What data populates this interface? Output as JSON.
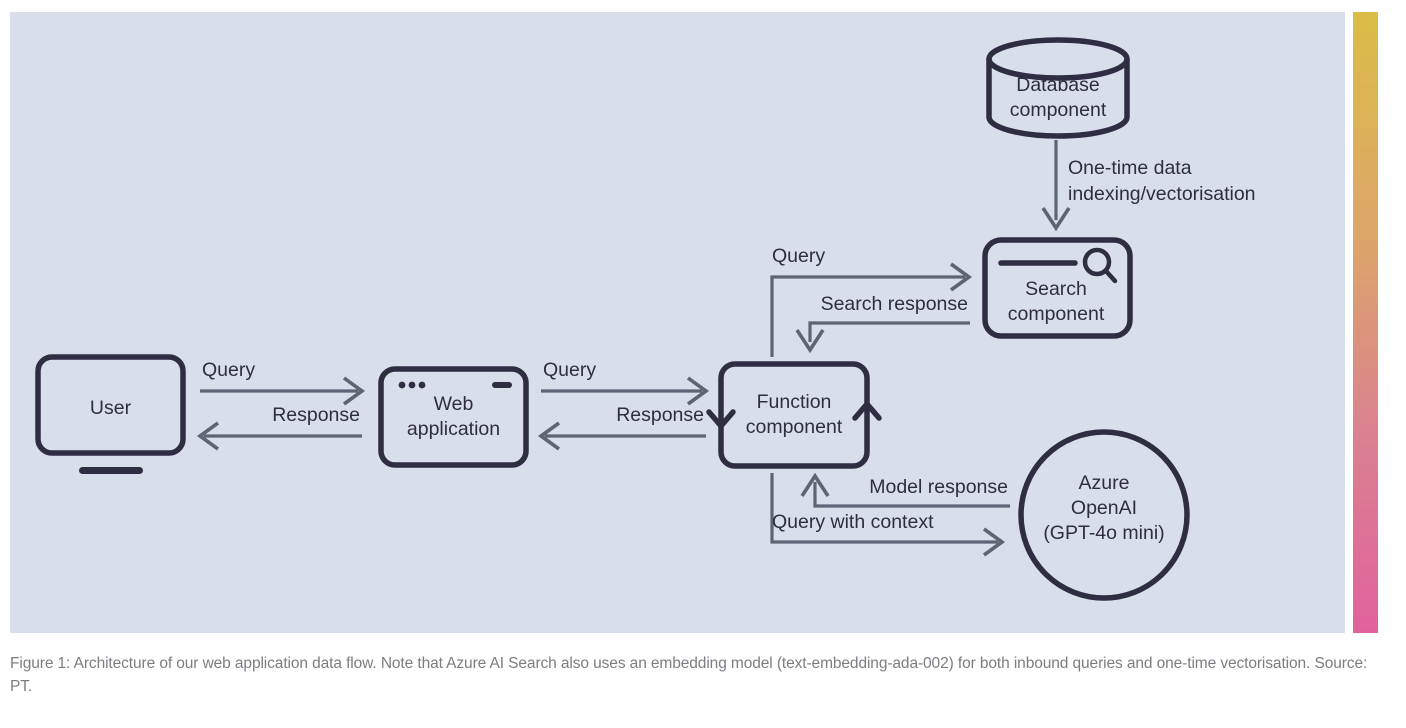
{
  "figure": {
    "background_color": "#d9dfea",
    "stroke_color": "#2f2d42",
    "flow_color": "#5d6474",
    "accent_gradient_top": "#dbbd46",
    "accent_gradient_bottom": "#e0629c",
    "caption": "Figure 1: Architecture of our web application data flow. Note that Azure AI Search also uses an embedding model (text-embedding-ada-002) for both inbound queries and one-time vectorisation. Source: PT."
  },
  "nodes": {
    "user": {
      "label_line1": "User",
      "label_line2": ""
    },
    "web_application": {
      "label_line1": "Web",
      "label_line2": "application"
    },
    "function_component": {
      "label_line1": "Function",
      "label_line2": "component"
    },
    "search_component": {
      "label_line1": "Search",
      "label_line2": "component"
    },
    "database_component": {
      "label_line1": "Database",
      "label_line2": "component"
    },
    "azure_openai": {
      "label_line1": "Azure",
      "label_line2": "OpenAI",
      "label_line3": "(GPT-4o mini)"
    }
  },
  "edges": {
    "user_to_web_query": "Query",
    "web_to_user_response": "Response",
    "web_to_function_query": "Query",
    "function_to_web_response": "Response",
    "function_to_search_query": "Query",
    "search_to_function_response": "Search response",
    "database_to_search": "One-time data indexing/vectorisation",
    "database_to_search_line1": "One-time data",
    "database_to_search_line2": "indexing/vectorisation",
    "function_to_model_query": "Query with context",
    "model_to_function_response": "Model response"
  }
}
